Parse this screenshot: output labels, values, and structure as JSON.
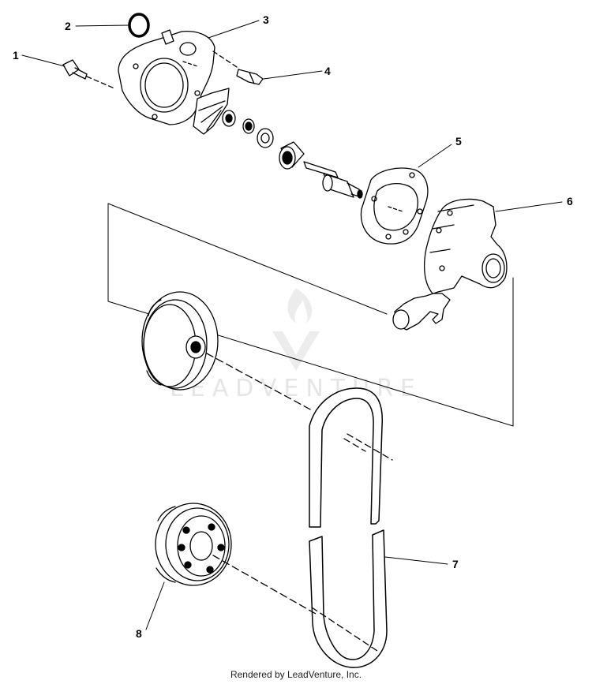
{
  "callouts": [
    "1",
    "2",
    "3",
    "4",
    "5",
    "6",
    "7",
    "8"
  ],
  "watermark": "LEADVENTURE",
  "footer": "Rendered by LeadVenture, Inc."
}
